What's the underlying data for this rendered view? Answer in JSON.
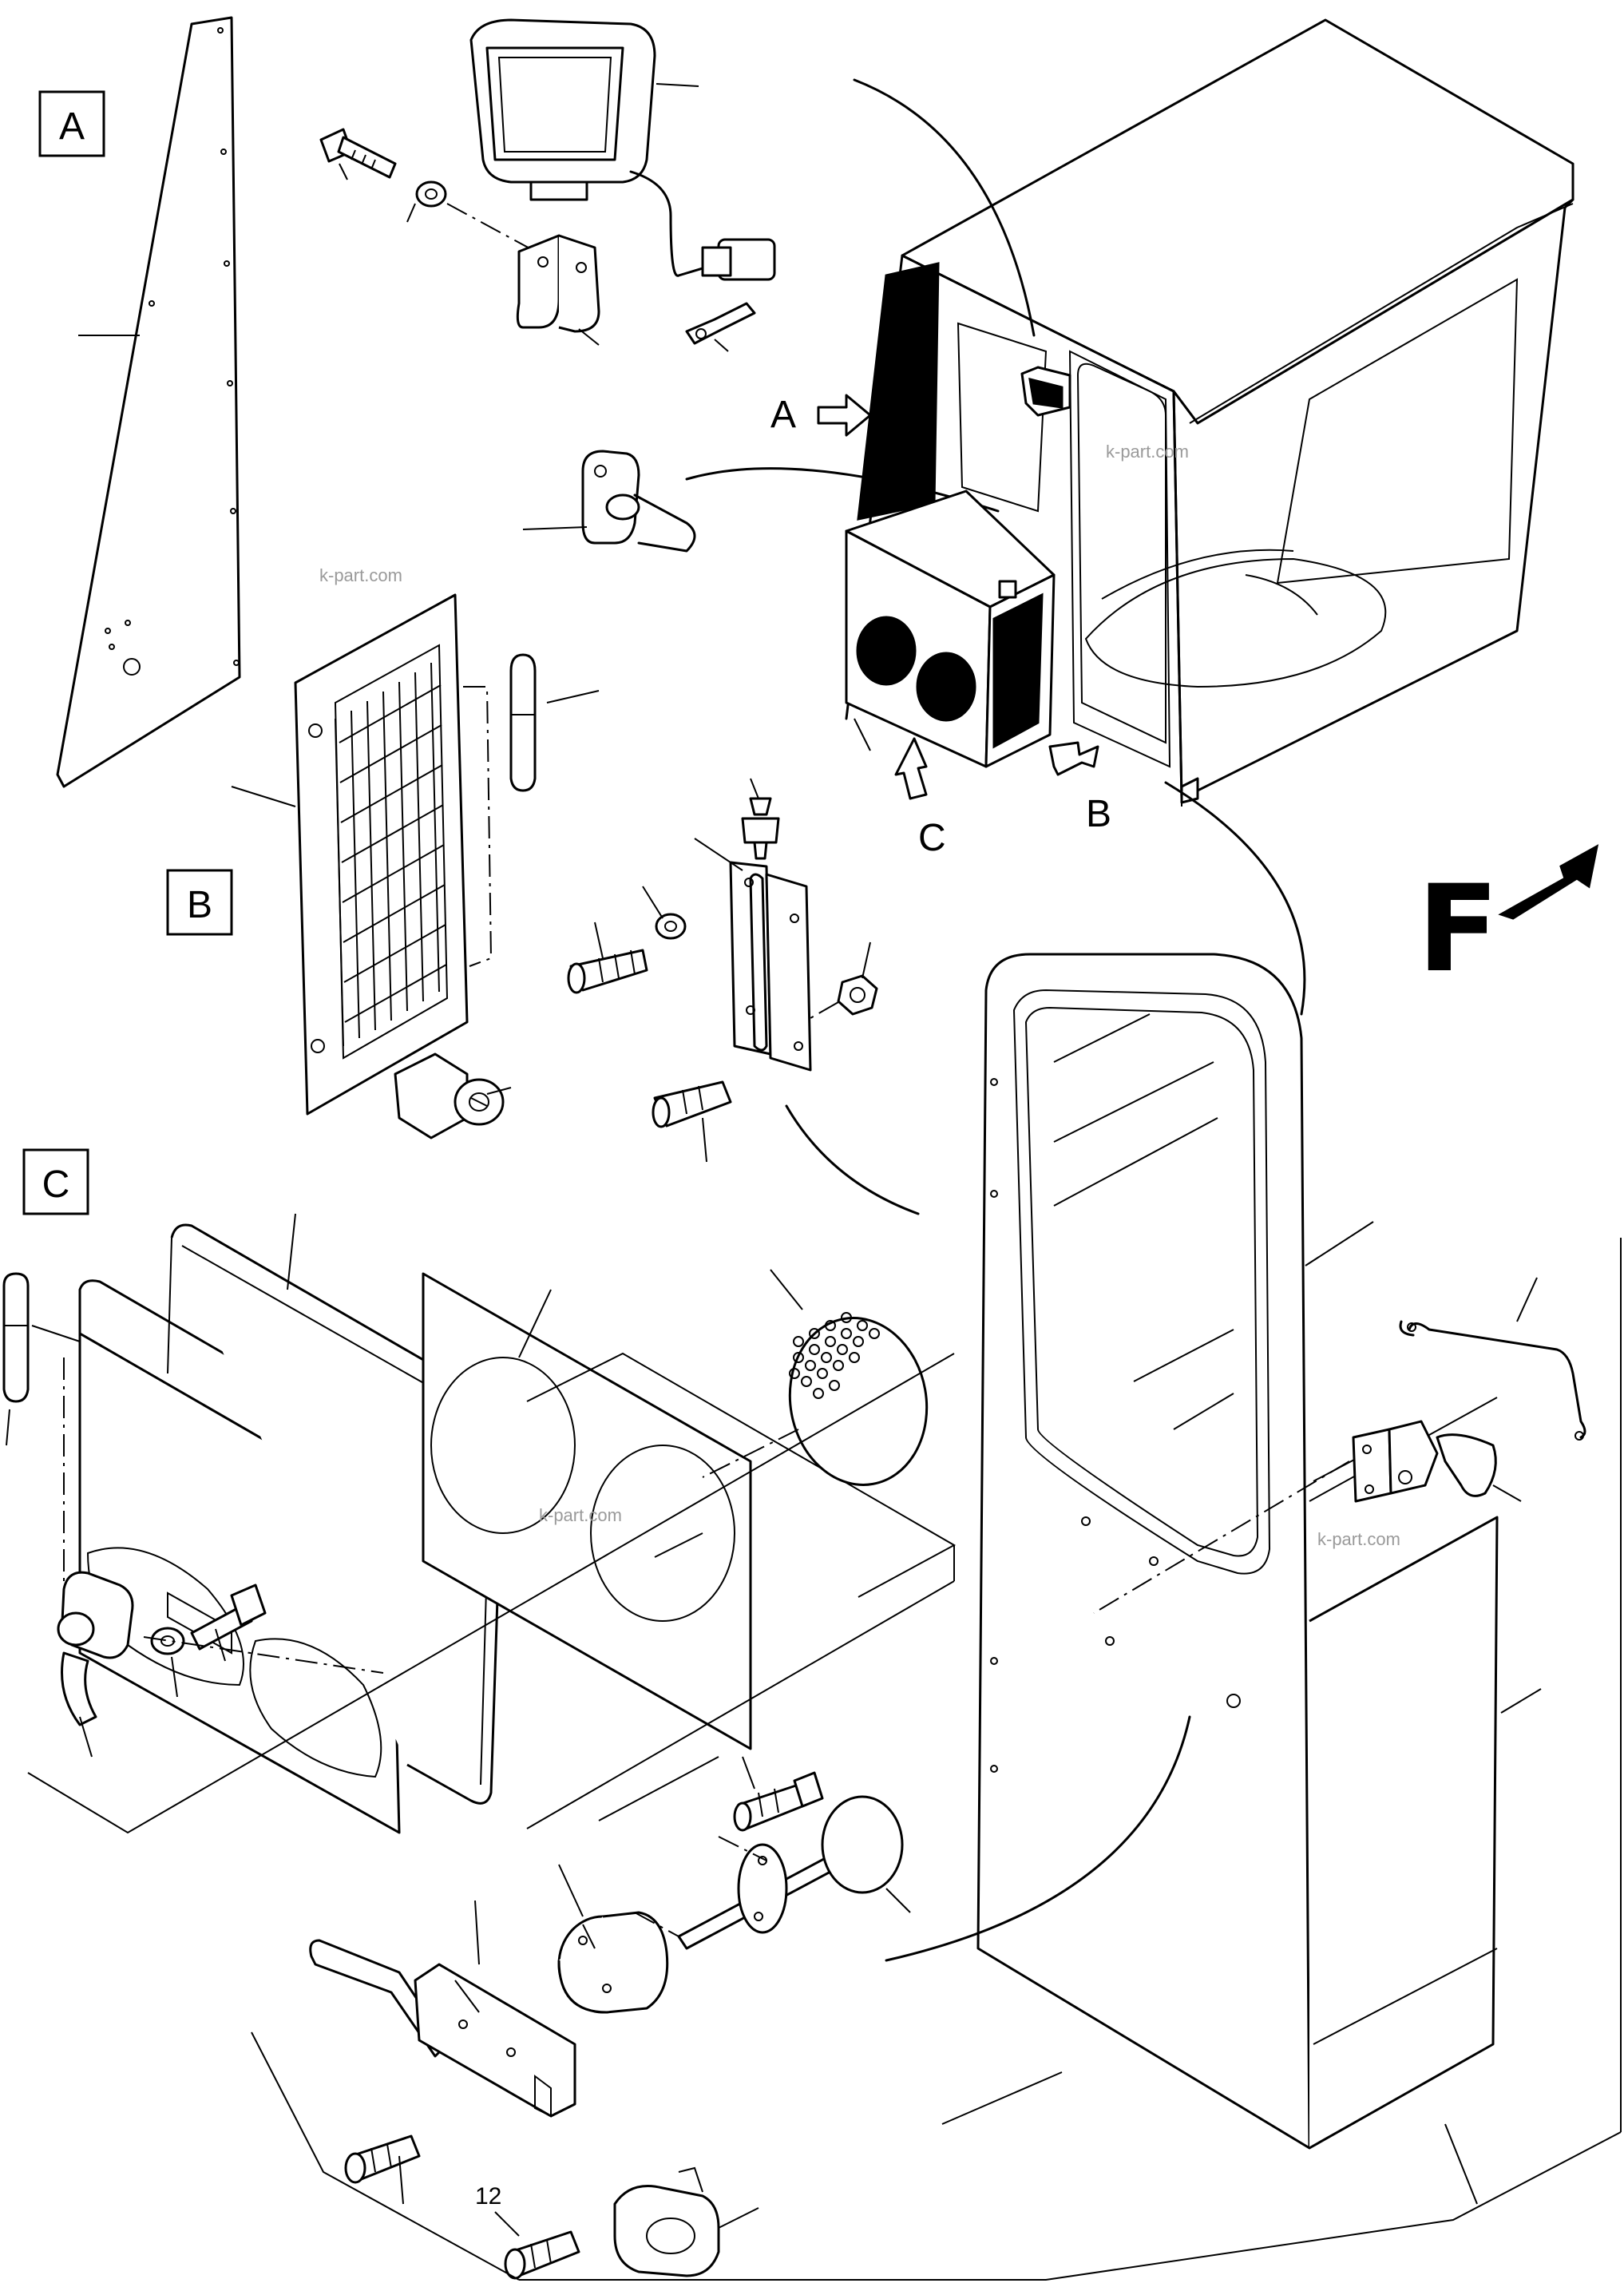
{
  "views": {
    "detail_a": {
      "label": "A"
    },
    "detail_b": {
      "label": "B"
    },
    "detail_c": {
      "label": "C"
    }
  },
  "cab_view_arrows": {
    "a": {
      "label": "A"
    },
    "b": {
      "label": "B"
    },
    "c": {
      "label": "C"
    }
  },
  "direction": {
    "label": "F",
    "icon": "forward-arrow-icon"
  },
  "callouts": {
    "item_12": "12"
  },
  "watermarks": [
    "k-part.com",
    "k-part.com",
    "k-part.com",
    "k-part.com"
  ]
}
